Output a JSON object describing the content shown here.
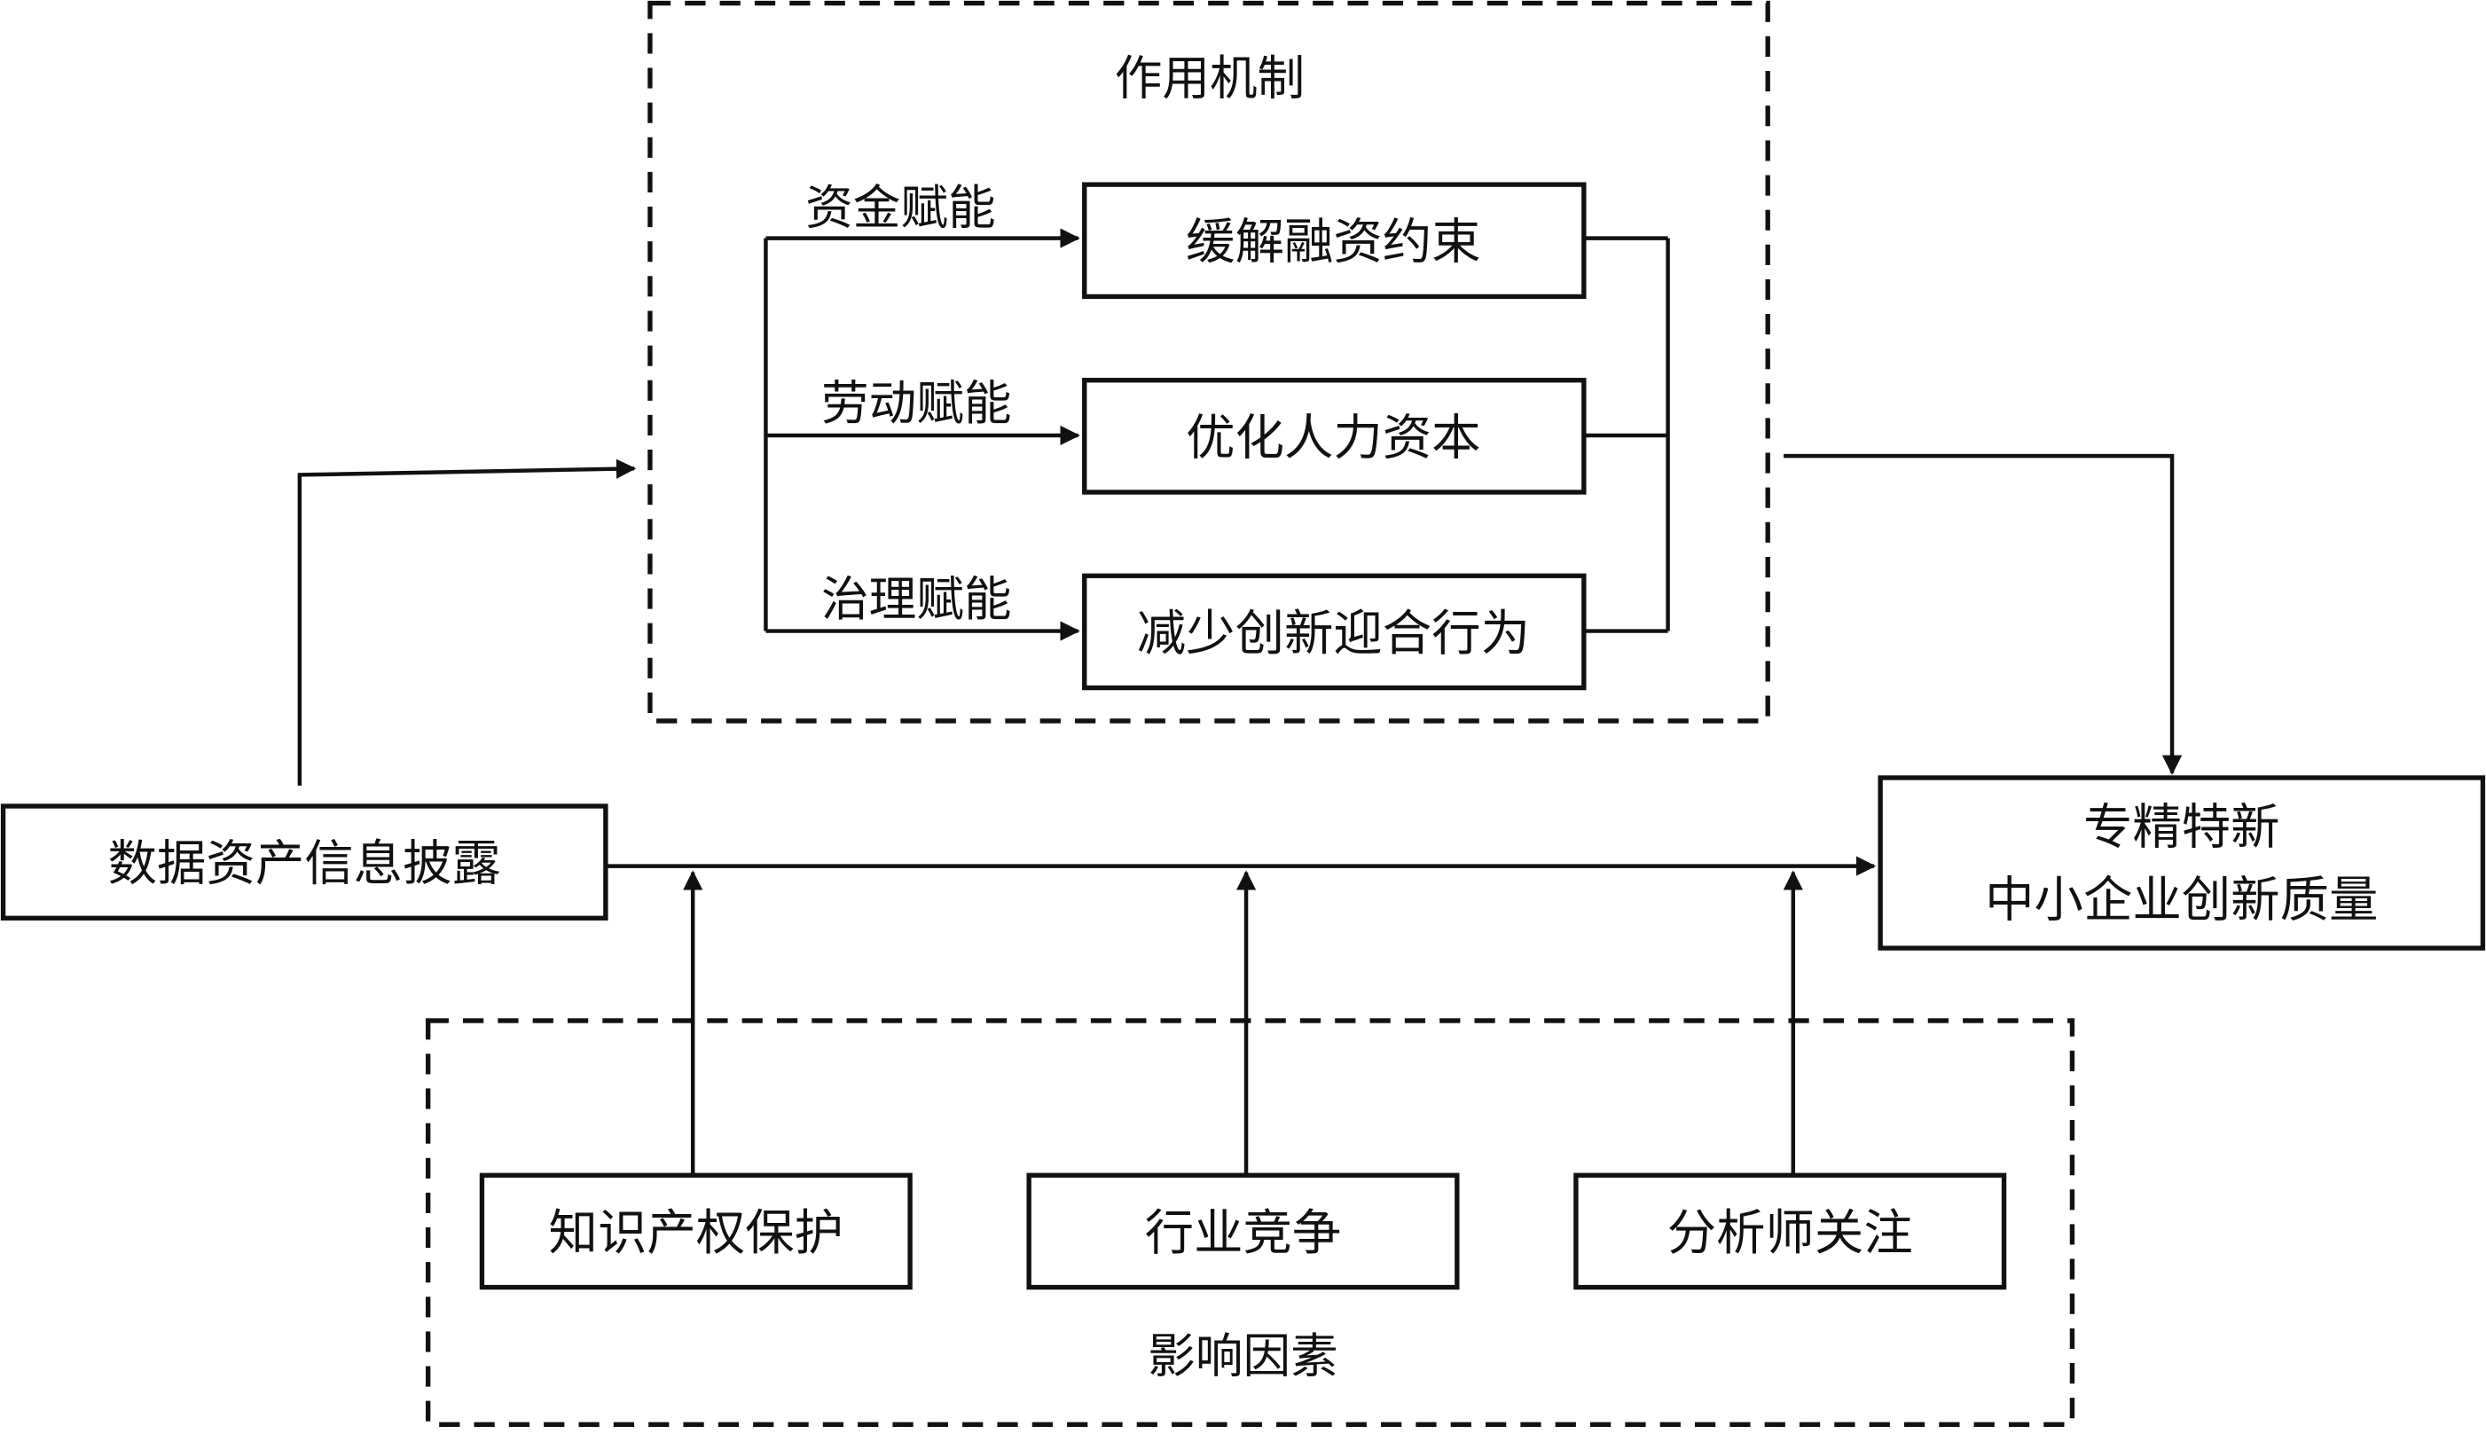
{
  "mechanism": {
    "title": "作用机制",
    "paths": [
      {
        "channel": "资金赋能",
        "outcome": "缓解融资约束"
      },
      {
        "channel": "劳动赋能",
        "outcome": "优化人力资本"
      },
      {
        "channel": "治理赋能",
        "outcome": "减少创新迎合行为"
      }
    ]
  },
  "source": {
    "label": "数据资产信息披露"
  },
  "target": {
    "line1": "专精特新",
    "line2": "中小企业创新质量"
  },
  "factors": {
    "title": "影响因素",
    "items": [
      "知识产权保护",
      "行业竞争",
      "分析师关注"
    ]
  }
}
